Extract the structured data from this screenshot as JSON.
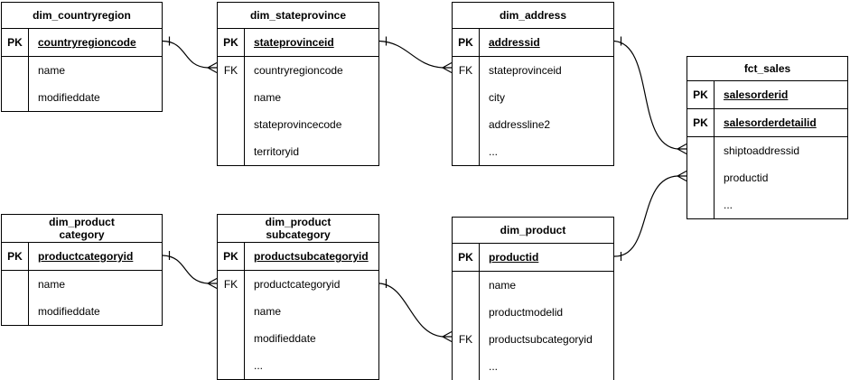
{
  "diagram": {
    "type": "entity-relationship",
    "notation": "crow's foot",
    "background_color": "#ffffff",
    "line_color": "#000000",
    "text_color": "#000000"
  },
  "tables": [
    {
      "name": "dim_countryregion",
      "title": "dim_countryregion",
      "rows": [
        {
          "key": "PK",
          "label": "countryregioncode",
          "type": "primary-key"
        },
        {
          "key": "",
          "label": "name",
          "type": "field"
        },
        {
          "key": "",
          "label": "modifieddate",
          "type": "field"
        }
      ]
    },
    {
      "name": "dim_stateprovince",
      "title": "dim_stateprovince",
      "rows": [
        {
          "key": "PK",
          "label": "stateprovinceid",
          "type": "primary-key"
        },
        {
          "key": "FK",
          "label": "countryregioncode",
          "type": "foreign-key"
        },
        {
          "key": "",
          "label": "name",
          "type": "field"
        },
        {
          "key": "",
          "label": "stateprovincecode",
          "type": "field"
        },
        {
          "key": "",
          "label": "territoryid",
          "type": "field"
        }
      ]
    },
    {
      "name": "dim_address",
      "title": "dim_address",
      "rows": [
        {
          "key": "PK",
          "label": "addressid",
          "type": "primary-key"
        },
        {
          "key": "FK",
          "label": "stateprovinceid",
          "type": "foreign-key"
        },
        {
          "key": "",
          "label": "city",
          "type": "field"
        },
        {
          "key": "",
          "label": "addressline2",
          "type": "field"
        },
        {
          "key": "",
          "label": "...",
          "type": "field"
        }
      ]
    },
    {
      "name": "fct_sales",
      "title": "fct_sales",
      "rows": [
        {
          "key": "PK",
          "label": "salesorderid",
          "type": "primary-key"
        },
        {
          "key": "PK",
          "label": "salesorderdetailid",
          "type": "primary-key"
        },
        {
          "key": "",
          "label": "shiptoaddressid",
          "type": "field"
        },
        {
          "key": "",
          "label": "productid",
          "type": "field"
        },
        {
          "key": "",
          "label": "...",
          "type": "field"
        }
      ]
    },
    {
      "name": "dim_productcategory",
      "title": "dim_product\ncategory",
      "rows": [
        {
          "key": "PK",
          "label": "productcategoryid",
          "type": "primary-key"
        },
        {
          "key": "",
          "label": "name",
          "type": "field"
        },
        {
          "key": "",
          "label": "modifieddate",
          "type": "field"
        }
      ]
    },
    {
      "name": "dim_productsubcategory",
      "title": "dim_product\nsubcategory",
      "rows": [
        {
          "key": "PK",
          "label": "productsubcategoryid",
          "type": "primary-key"
        },
        {
          "key": "FK",
          "label": "productcategoryid",
          "type": "foreign-key"
        },
        {
          "key": "",
          "label": "name",
          "type": "field"
        },
        {
          "key": "",
          "label": "modifieddate",
          "type": "field"
        },
        {
          "key": "",
          "label": "...",
          "type": "field"
        }
      ]
    },
    {
      "name": "dim_product",
      "title": "dim_product",
      "rows": [
        {
          "key": "PK",
          "label": "productid",
          "type": "primary-key"
        },
        {
          "key": "",
          "label": "name",
          "type": "field"
        },
        {
          "key": "",
          "label": "productmodelid",
          "type": "field"
        },
        {
          "key": "FK",
          "label": "productsubcategoryid",
          "type": "foreign-key"
        },
        {
          "key": "",
          "label": "...",
          "type": "field"
        }
      ]
    }
  ],
  "connections": [
    {
      "from_table": "dim_countryregion",
      "from_field": "countryregioncode",
      "to_table": "dim_stateprovince",
      "to_field": "countryregioncode",
      "from_cardinality": "one",
      "to_cardinality": "many"
    },
    {
      "from_table": "dim_stateprovince",
      "from_field": "stateprovinceid",
      "to_table": "dim_address",
      "to_field": "stateprovinceid",
      "from_cardinality": "one",
      "to_cardinality": "many"
    },
    {
      "from_table": "dim_address",
      "from_field": "addressid",
      "to_table": "fct_sales",
      "to_field": "shiptoaddressid",
      "from_cardinality": "one",
      "to_cardinality": "many"
    },
    {
      "from_table": "dim_product",
      "from_field": "productid",
      "to_table": "fct_sales",
      "to_field": "productid",
      "from_cardinality": "one",
      "to_cardinality": "many"
    },
    {
      "from_table": "dim_productcategory",
      "from_field": "productcategoryid",
      "to_table": "dim_productsubcategory",
      "to_field": "productcategoryid",
      "from_cardinality": "one",
      "to_cardinality": "many"
    },
    {
      "from_table": "dim_productsubcategory",
      "from_field": "productsubcategoryid",
      "to_table": "dim_product",
      "to_field": "productsubcategoryid",
      "from_cardinality": "one",
      "to_cardinality": "many"
    }
  ]
}
